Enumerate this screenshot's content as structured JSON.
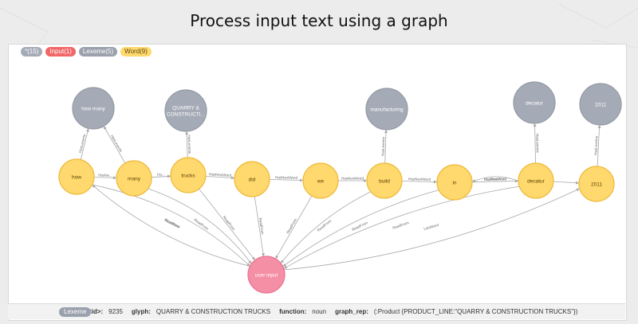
{
  "title": "Process input text using a graph",
  "legend": {
    "all": "*(15)",
    "input": "Input(1)",
    "lexeme": "Lexeme(5)",
    "word": "Word(9)"
  },
  "colors": {
    "word": "#ffd86e",
    "lexeme": "#a5abb6",
    "input": "#f58fa5",
    "edge": "#a7a7a7"
  },
  "graph": {
    "lexemes": [
      {
        "id": "L1",
        "label1": "how many",
        "label2": ""
      },
      {
        "id": "L2",
        "label1": "QUARRY &",
        "label2": "CONSTRUCTI..."
      },
      {
        "id": "L3",
        "label1": "manufacturing",
        "label2": ""
      },
      {
        "id": "L4",
        "label1": "decatur",
        "label2": ""
      },
      {
        "id": "L5",
        "label1": "2011",
        "label2": ""
      }
    ],
    "words": [
      {
        "id": "W1",
        "label": "how"
      },
      {
        "id": "W2",
        "label": "many"
      },
      {
        "id": "W3",
        "label": "trucks"
      },
      {
        "id": "W4",
        "label": "did"
      },
      {
        "id": "W5",
        "label": "we"
      },
      {
        "id": "W6",
        "label": "build"
      },
      {
        "id": "W7",
        "label": "in"
      },
      {
        "id": "W8",
        "label": "decatur"
      },
      {
        "id": "W9",
        "label": "2011"
      }
    ],
    "input": {
      "id": "U",
      "label": "user input"
    },
    "edge_labels": {
      "next": "HasNextWord",
      "lexeme": "HasLexeme",
      "read": "ReadFrom",
      "first": "FirstWord",
      "last": "LastWord",
      "prev": "HasPrevWord"
    },
    "edges": [
      {
        "from": "W1",
        "to": "W2",
        "label": "HasNe...",
        "kind": "short"
      },
      {
        "from": "W2",
        "to": "W3",
        "label": "Ha...",
        "kind": "short"
      },
      {
        "from": "W3",
        "to": "W4",
        "label": "HasNextWord",
        "kind": "next"
      },
      {
        "from": "W4",
        "to": "W5",
        "label": "HasNextWord",
        "kind": "next"
      },
      {
        "from": "W5",
        "to": "W6",
        "label": "HasNextWord",
        "kind": "next"
      },
      {
        "from": "W6",
        "to": "W7",
        "label": "HasNextWord",
        "kind": "next"
      },
      {
        "from": "W7",
        "to": "W8",
        "label": "HasNextWord",
        "kind": "next"
      },
      {
        "from": "W8",
        "to": "W9",
        "label": "",
        "kind": "next"
      }
    ]
  },
  "status": {
    "type": "Lexeme",
    "id_key": "<id>:",
    "id_val": "9235",
    "glyph_key": "glyph:",
    "glyph_val": "QUARRY & CONSTRUCTION TRUCKS",
    "function_key": "function:",
    "function_val": "noun",
    "graph_key": "graph_rep:",
    "graph_val": "(:Product {PRODUCT_LINE:\"QUARRY & CONSTRUCTION TRUCKS\"})"
  }
}
